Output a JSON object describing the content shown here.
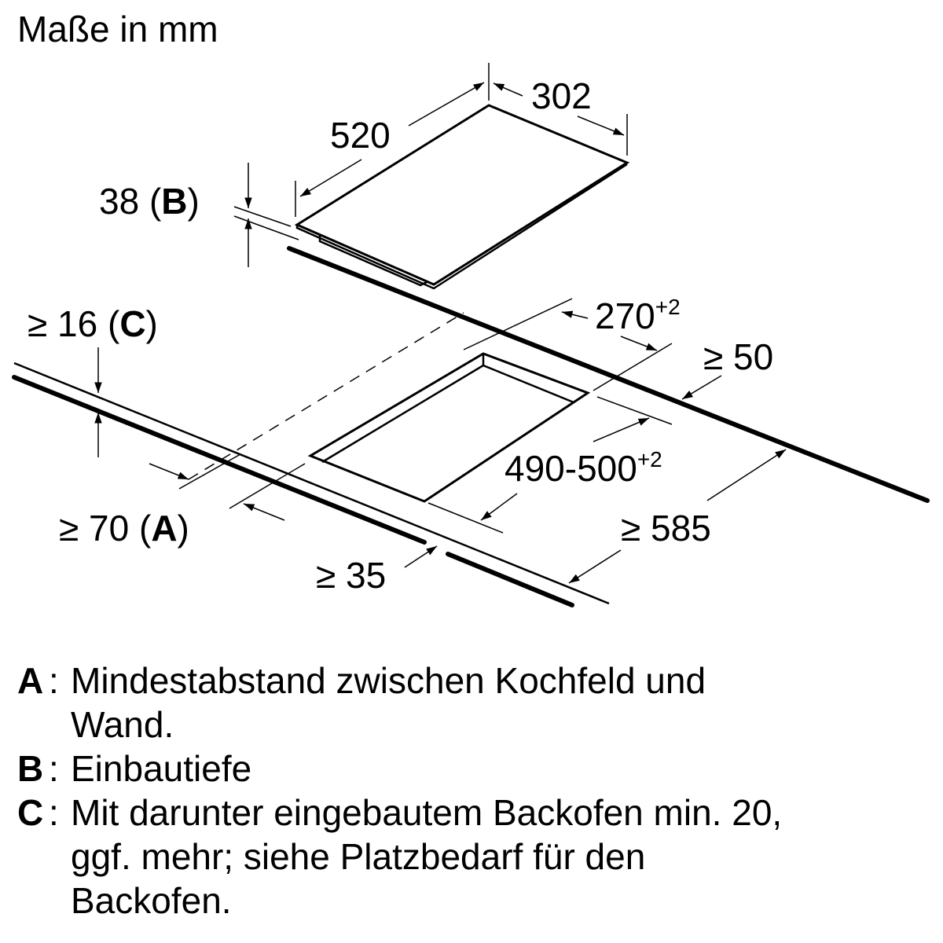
{
  "title": "Maße in mm",
  "dimensions": {
    "hob_depth": "520",
    "hob_width": "302",
    "install_depth": "38",
    "install_depth_key": "B",
    "counter_thickness_prefix": "≥ 16",
    "counter_thickness_key": "C",
    "cutout_width": "270",
    "cutout_width_tol": "+2",
    "back_clearance": "≥ 50",
    "cutout_depth": "490-500",
    "cutout_depth_tol": "+2",
    "wall_clearance_prefix": "≥ 70",
    "wall_clearance_key": "A",
    "counter_depth": "≥ 585",
    "front_clearance": "≥ 35"
  },
  "legend": [
    {
      "key": "A",
      "text": "Mindestabstand zwischen Kochfeld und Wand."
    },
    {
      "key": "B",
      "text": "Einbautiefe"
    },
    {
      "key": "C",
      "text": "Mit darunter eingebautem Backofen min. 20, ggf. mehr; siehe Platzbedarf für den Backofen."
    }
  ]
}
